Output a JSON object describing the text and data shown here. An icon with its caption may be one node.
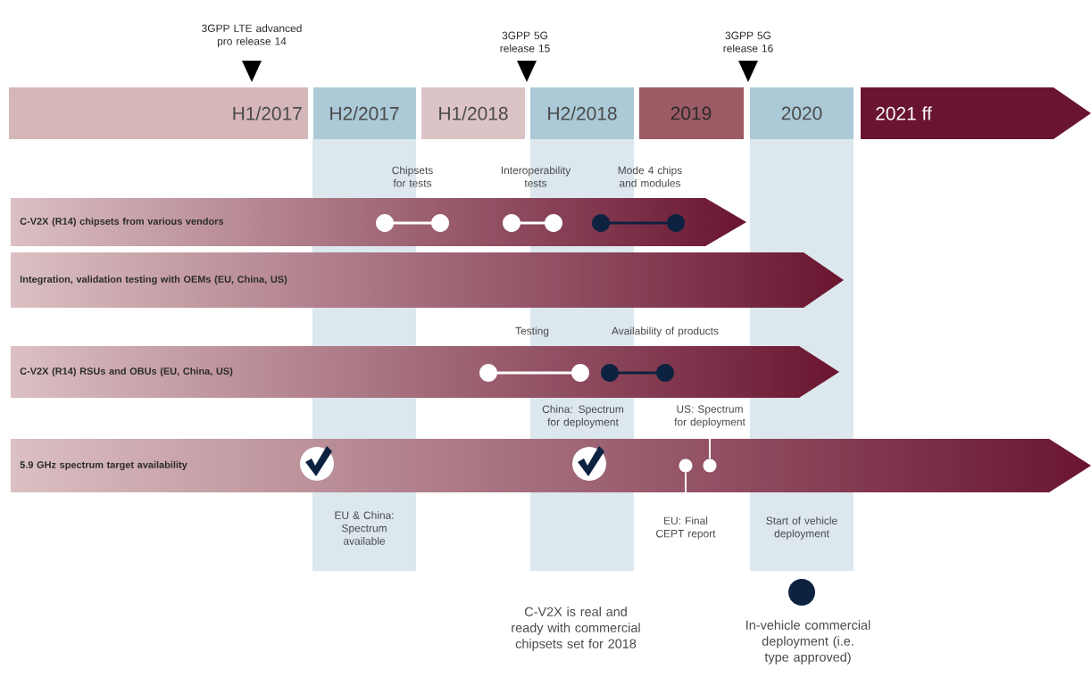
{
  "diagram": {
    "nodes": [
      {
        "text": [
          "H1/2017"
        ]
      },
      {
        "text": [
          "H2/2017"
        ]
      },
      {
        "text": [
          "H1/2018"
        ]
      },
      {
        "text": [
          "H2/2018"
        ]
      },
      {
        "text": [
          "2019"
        ]
      },
      {
        "text": [
          "2020"
        ]
      },
      {
        "text": [
          "2021 ff"
        ]
      },
      {
        "text": [
          "C-V2X (R14) chipsets from various vendors"
        ]
      },
      {
        "text": [
          "Integration, validation testing with OEMs (EU, China, US)"
        ]
      },
      {
        "text": [
          "C-V2X (R14) RSUs and OBUs (EU, China, US)"
        ]
      },
      {
        "text": [
          "5.9 GHz spectrum target availability"
        ]
      },
      {
        "text": [],
        "shape": "circle",
        "in": 10
      },
      {
        "text": [],
        "shape": "circle",
        "in": 10
      },
      {
        "text": [
          "US: Spectrum for deployment"
        ]
      },
      {
        "text": [
          "EU: Final CEPT report"
        ]
      }
    ],
    "edges": [
      {
        "from": 13,
        "to": 12,
        "arrow": "none"
      },
      {
        "from": 14,
        "to": 11,
        "arrow": "none"
      }
    ],
    "labels": [
      "3GPP LTE advanced pro release 14",
      "3GPP 5G release 15",
      "3GPP 5G release 16",
      "Chipsets for tests",
      "Interoperability tests",
      "Mode 4 chips and modules",
      "Testing",
      "Availability of products",
      "China: Spectrum for deployment",
      "EU & China: Spectrum available",
      "Start of vehicle deployment",
      "C-V2X is real and ready with commercial chipsets set for 2018"
    ],
    "legend": [
      {
        "text": "In-vehicle commercial deployment (i.e. type approved)",
        "color": "#0d2240"
      }
    ]
  }
}
